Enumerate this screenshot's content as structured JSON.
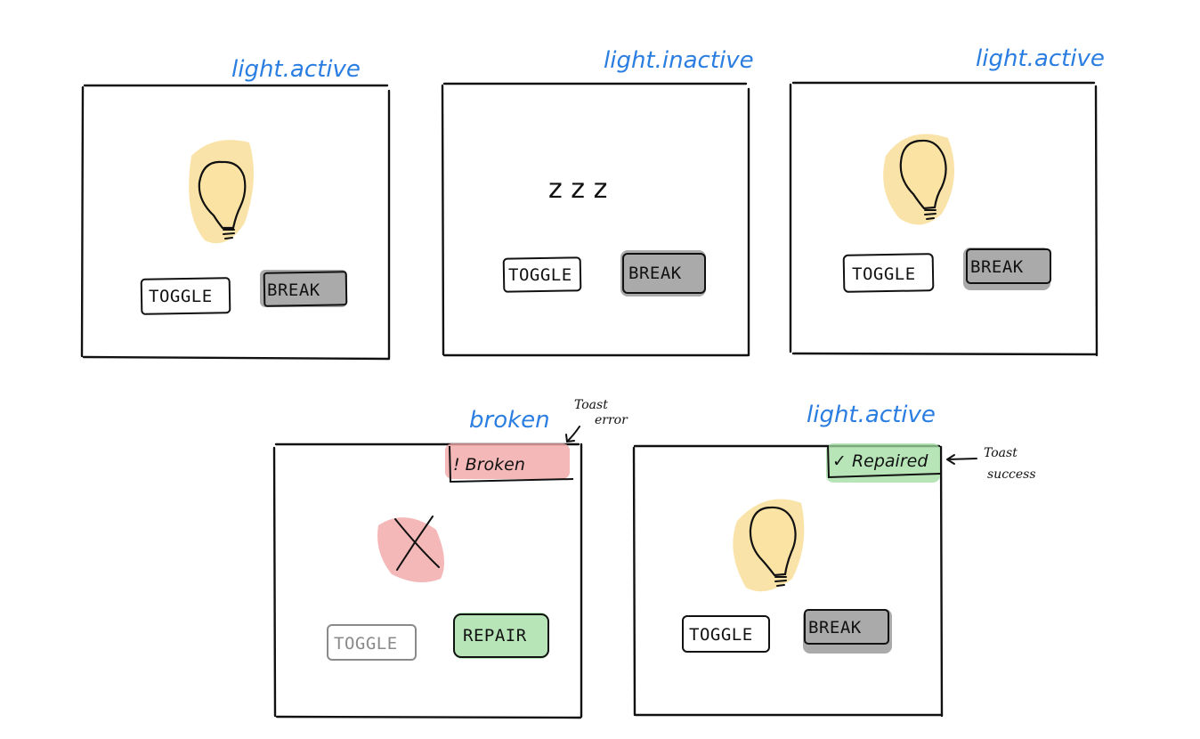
{
  "panels": [
    {
      "state_label": "light.active",
      "buttons": [
        "TOGGLE",
        "BREAK"
      ]
    },
    {
      "state_label": "light.inactive",
      "sleep_text": "z z z",
      "buttons": [
        "TOGGLE",
        "BREAK"
      ]
    },
    {
      "state_label": "light.active",
      "buttons": [
        "TOGGLE",
        "BREAK"
      ]
    },
    {
      "state_label": "broken",
      "toast_text": "! Broken",
      "annotation": [
        "Toast",
        "error"
      ],
      "buttons": [
        "TOGGLE",
        "REPAIR"
      ]
    },
    {
      "state_label": "light.active",
      "toast_text": "✓ Repaired",
      "annotation": [
        "Toast",
        "success"
      ],
      "buttons": [
        "TOGGLE",
        "BREAK"
      ]
    }
  ],
  "colors": {
    "state_label": "#2a7de1",
    "bulb_glow": "#f7d98b",
    "break_shade": "#8d8d8d",
    "repair_shade": "#9fdca0",
    "error_shade": "#f3a6a6",
    "disabled_text": "#8a8a8a"
  },
  "icons": {
    "active": "lightbulb-icon",
    "inactive": "sleep-zzz-icon",
    "broken": "x-mark-icon"
  }
}
